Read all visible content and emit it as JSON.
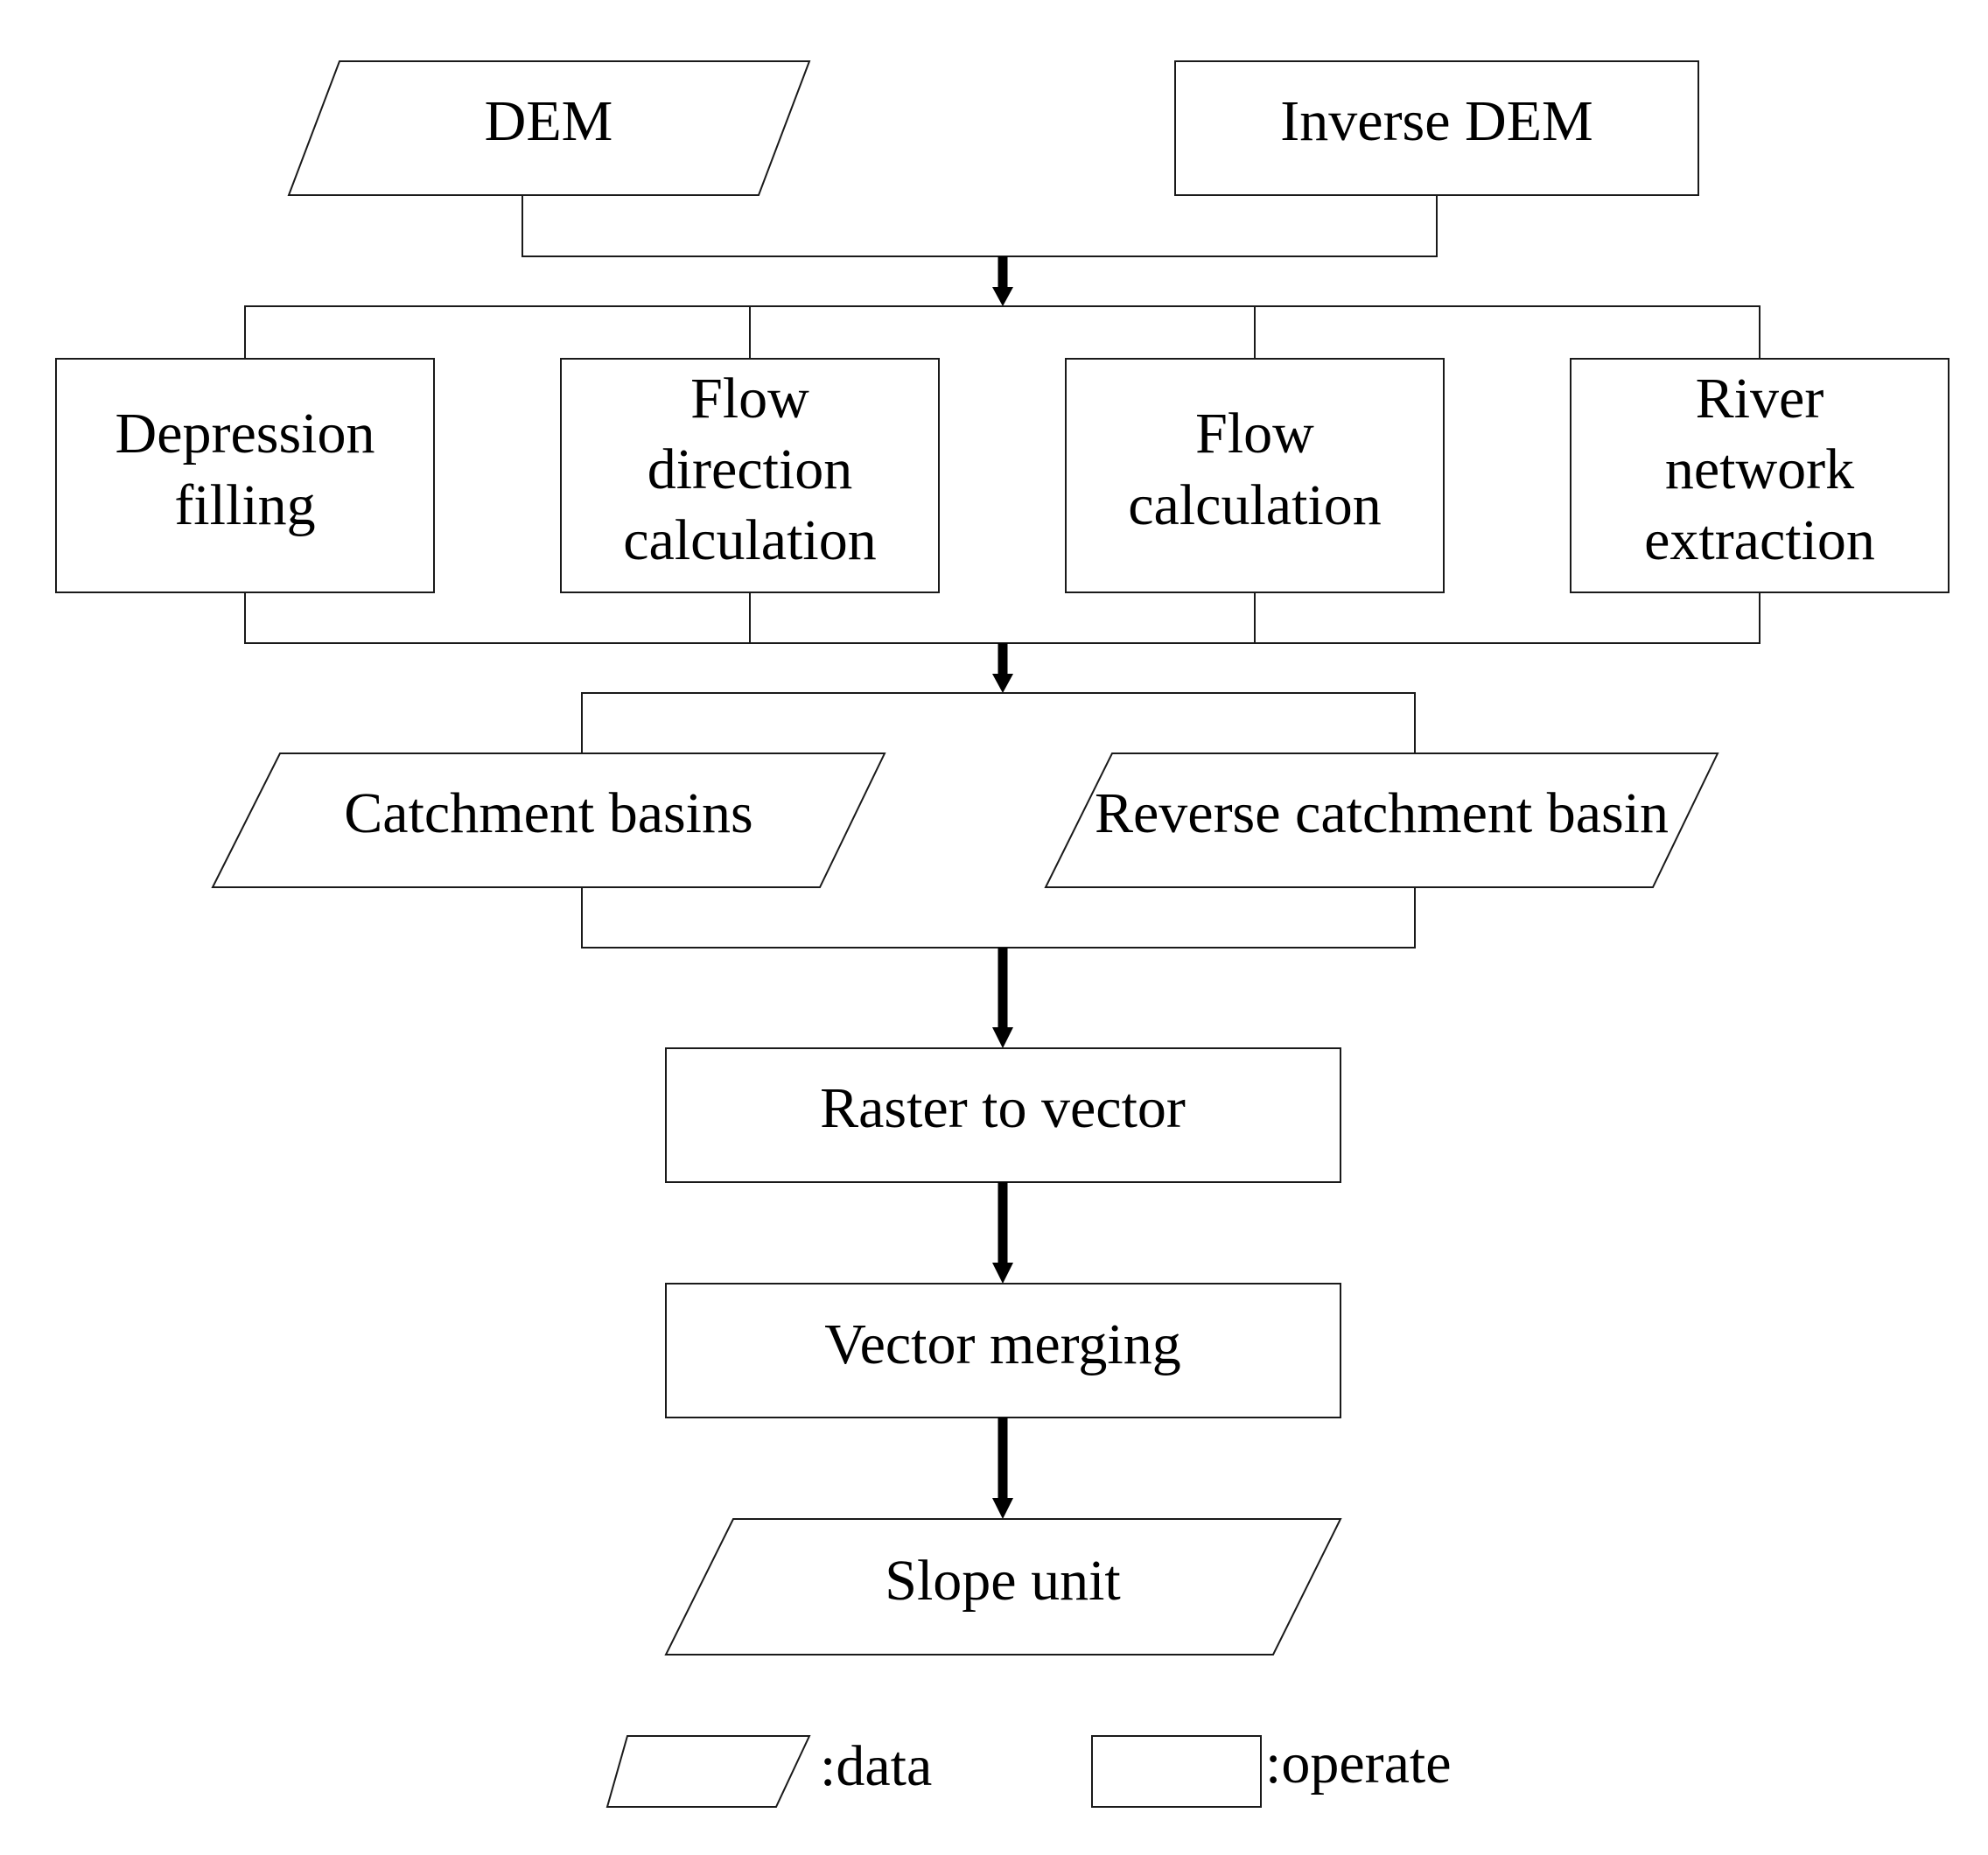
{
  "nodes": {
    "dem": "DEM",
    "inverse_dem": "Inverse DEM",
    "depression_filling": [
      "Depression",
      "filling"
    ],
    "flow_direction": [
      "Flow",
      "direction",
      "calculation"
    ],
    "flow_calculation": [
      "Flow",
      "calculation"
    ],
    "river_network": [
      "River",
      "network",
      "extraction"
    ],
    "catchment_basins": "Catchment basins",
    "reverse_catchment": "Reverse catchment basin",
    "raster_to_vector": "Raster to vector",
    "vector_merging": "Vector merging",
    "slope_unit": "Slope unit"
  },
  "legend": {
    "data_label": ":data",
    "operate_label": ":operate"
  }
}
